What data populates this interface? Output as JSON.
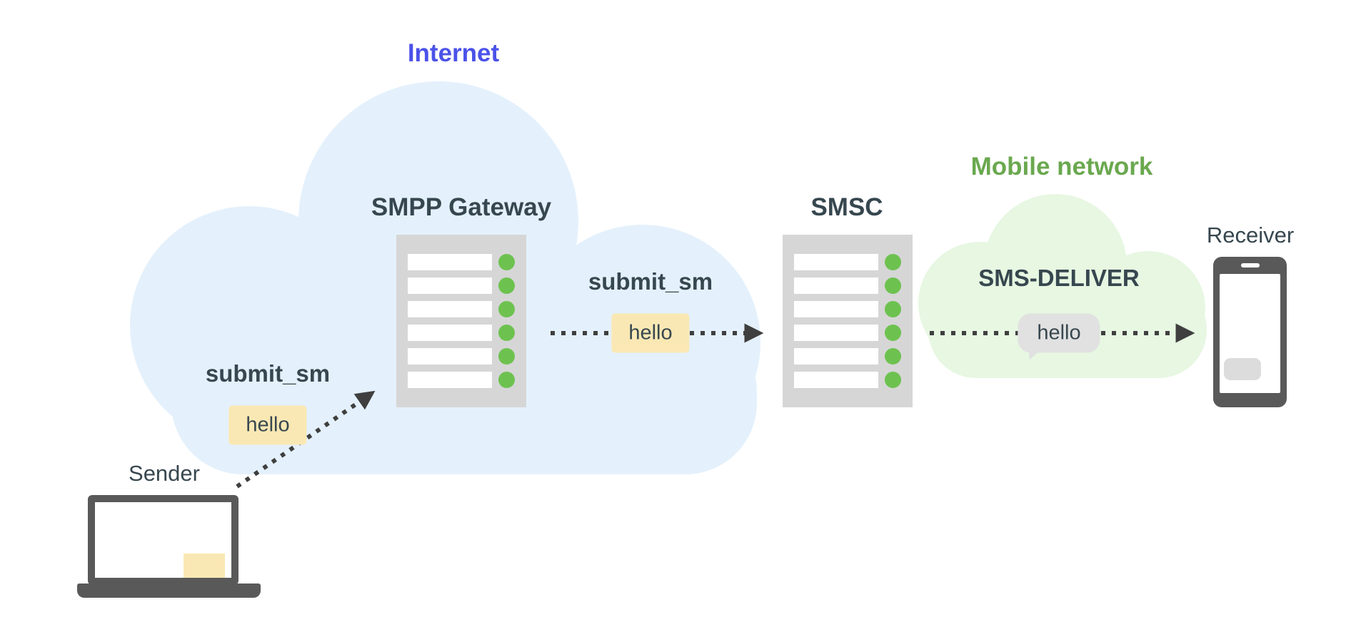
{
  "diagram": {
    "clouds": {
      "internet": {
        "label": "Internet"
      },
      "mobile": {
        "label": "Mobile network"
      }
    },
    "nodes": {
      "sender": {
        "label": "Sender"
      },
      "smpp_gateway": {
        "label": "SMPP Gateway"
      },
      "smsc": {
        "label": "SMSC"
      },
      "receiver": {
        "label": "Receiver"
      }
    },
    "messages": {
      "submit_sm_1": {
        "label": "submit_sm",
        "payload": "hello"
      },
      "submit_sm_2": {
        "label": "submit_sm",
        "payload": "hello"
      },
      "sms_deliver": {
        "label": "SMS-DELIVER",
        "payload": "hello"
      }
    },
    "colors": {
      "internet_text": "#4b52e8",
      "mobile_text": "#6aa84f",
      "dark_text": "#37474f",
      "cloud_blue": "#e4f1fc",
      "cloud_green": "#e7f7e2",
      "message_yellow": "#fae8b4",
      "bubble_gray": "#e1e1e1",
      "server_gray": "#d6d6d6",
      "led_green": "#6dc24f",
      "device_gray": "#595959",
      "arrow": "#3f3f3f"
    }
  }
}
